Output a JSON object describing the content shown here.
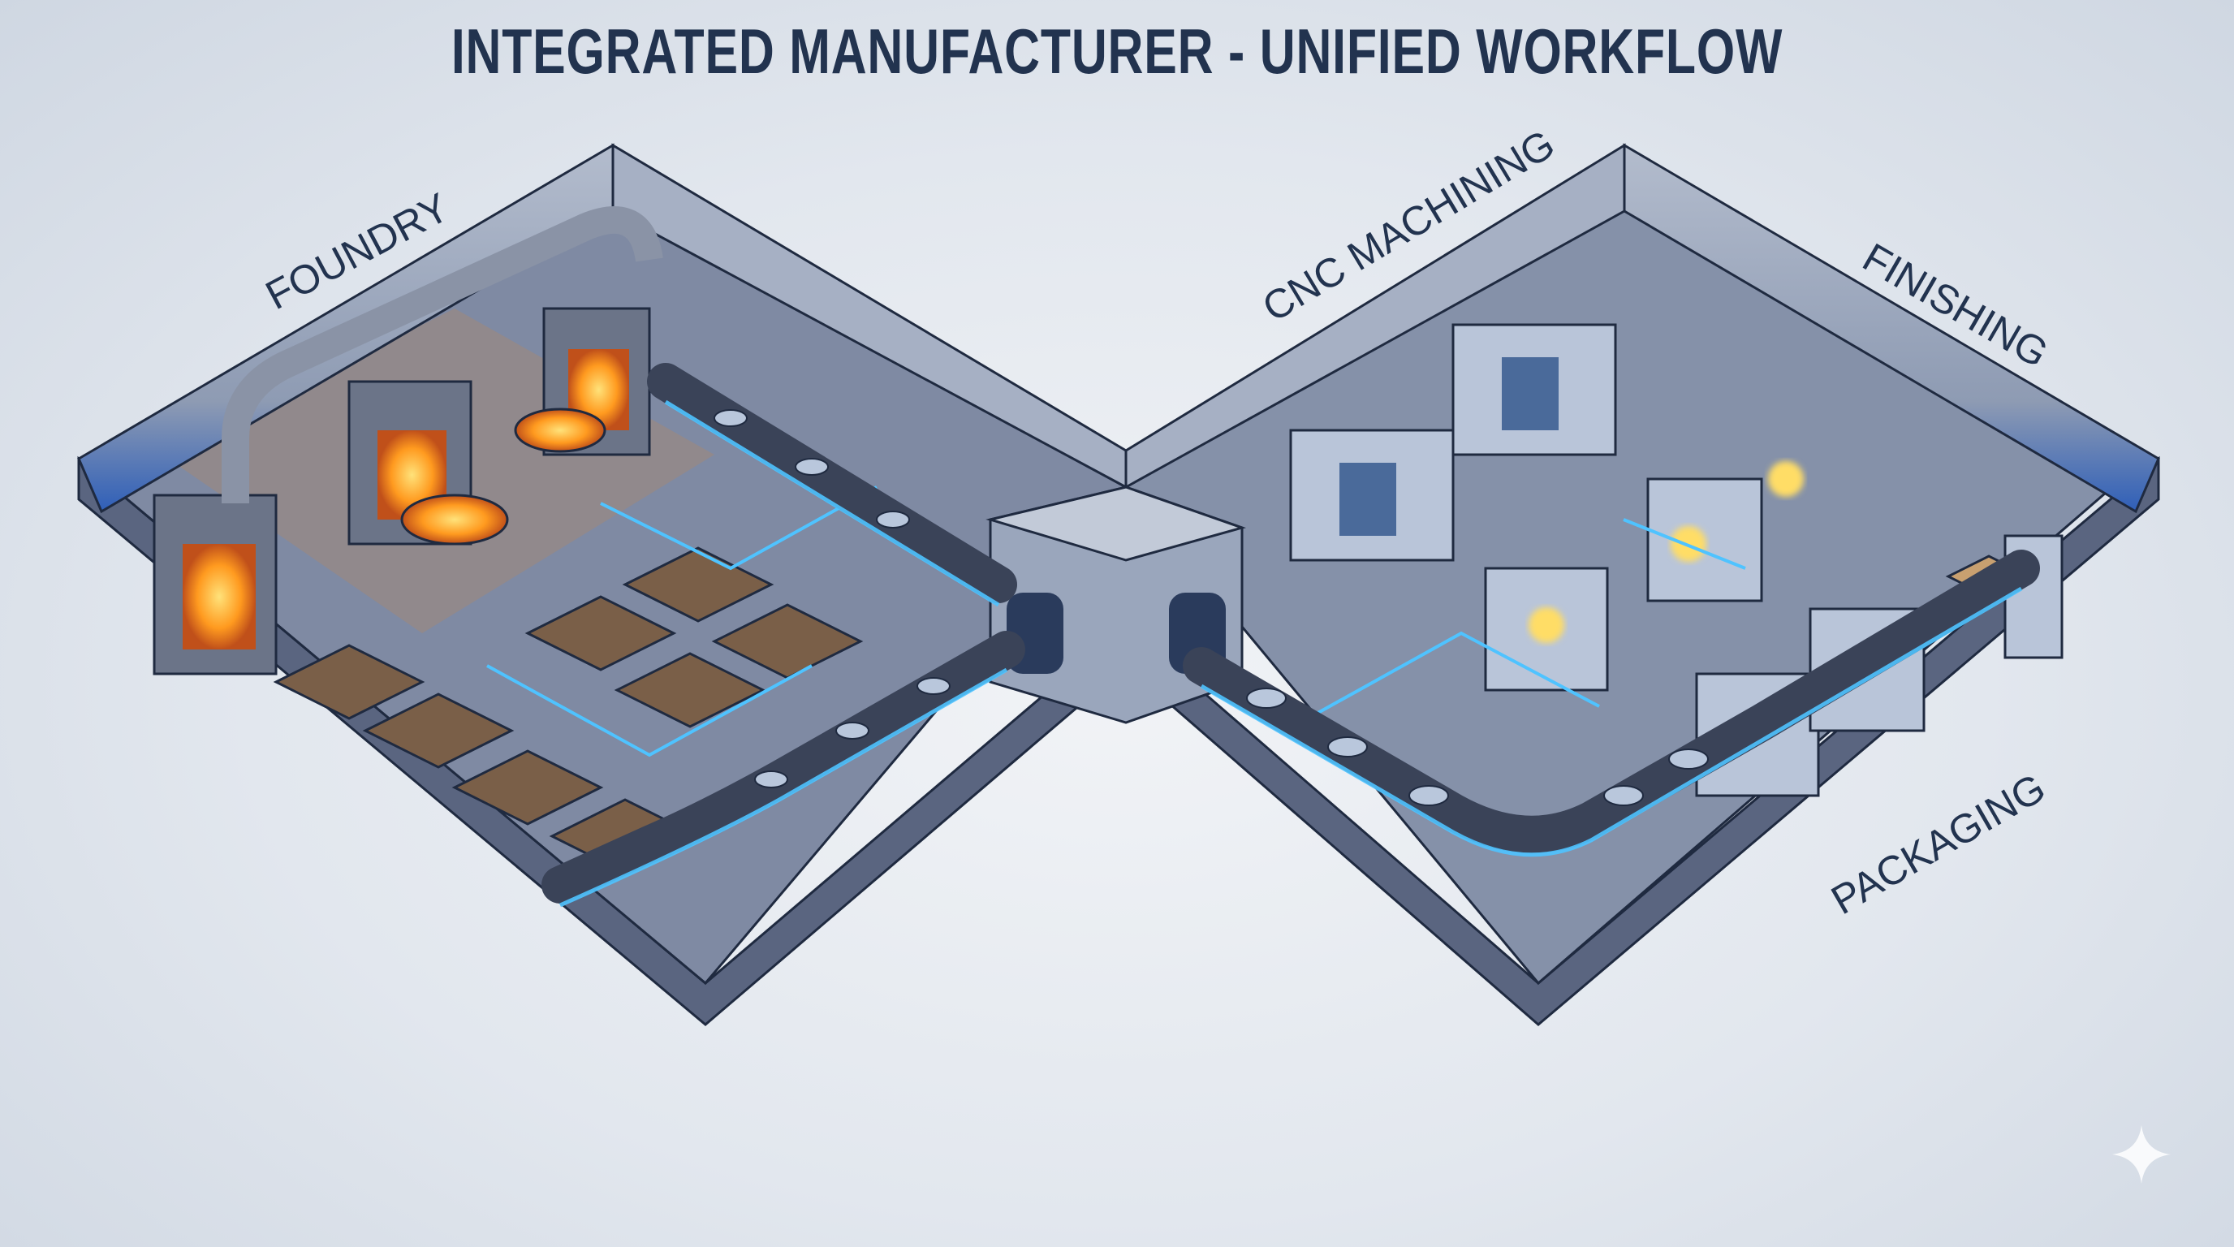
{
  "title": "INTEGRATED MANUFACTURER - UNIFIED WORKFLOW",
  "zones": {
    "foundry": "FOUNDRY",
    "cnc": "CNC MACHINING",
    "finishing": "FINISHING",
    "packaging": "PACKAGING"
  },
  "colors": {
    "wall": "#8e9bb3",
    "floor": "#7f8aa3",
    "accent_blue": "#2f5fb8",
    "glow": "#4fc3ff",
    "molten": "#ff9a1f",
    "title": "#22334f"
  },
  "icons": {
    "watermark": "sparkle-icon"
  }
}
